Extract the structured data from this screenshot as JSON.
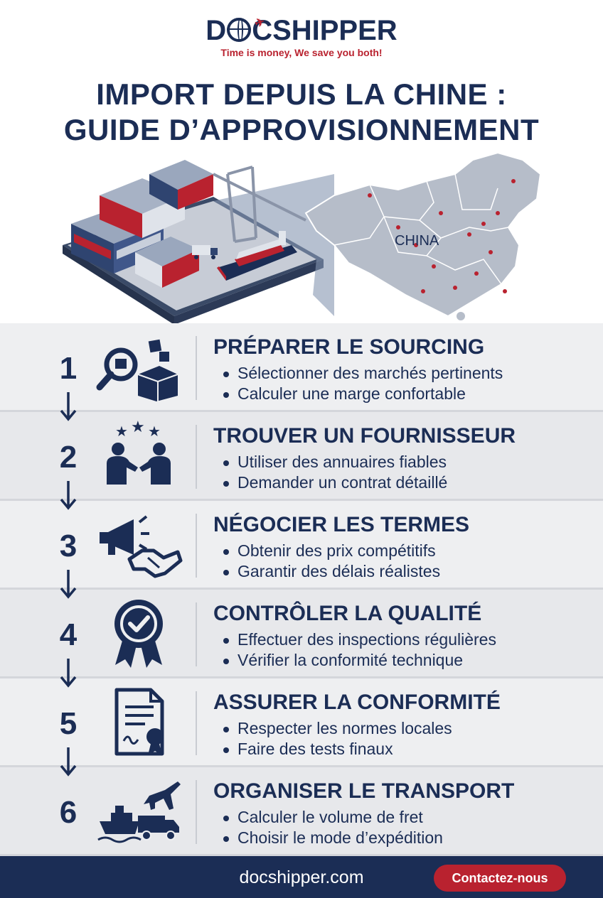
{
  "header": {
    "logo_text_pre": "D",
    "logo_text_post": "CSHIPPER",
    "tagline": "Time is money, We save you both!",
    "title_line1": "IMPORT DEPUIS LA CHINE :",
    "title_line2": "GUIDE D’APPROVISIONNEMENT"
  },
  "hero": {
    "map_label": "CHINA"
  },
  "steps": [
    {
      "number": "1",
      "icon": "magnifier-boxes-icon",
      "title": "PRÉPARER LE SOURCING",
      "bullets": [
        "Sélectionner des marchés pertinents",
        "Calculer une marge confortable"
      ]
    },
    {
      "number": "2",
      "icon": "handshake-people-stars-icon",
      "title": "TROUVER UN FOURNISSEUR",
      "bullets": [
        "Utiliser des annuaires fiables",
        "Demander un contrat détaillé"
      ]
    },
    {
      "number": "3",
      "icon": "megaphone-handshake-icon",
      "title": "NÉGOCIER LES TERMES",
      "bullets": [
        "Obtenir des prix compétitifs",
        "Garantir des délais réalistes"
      ]
    },
    {
      "number": "4",
      "icon": "quality-badge-icon",
      "title": "CONTRÔLER LA QUALITÉ",
      "bullets": [
        "Effectuer des inspections régulières",
        "Vérifier la conformité technique"
      ]
    },
    {
      "number": "5",
      "icon": "certificate-document-icon",
      "title": "ASSURER LA CONFORMITÉ",
      "bullets": [
        "Respecter les normes locales",
        "Faire des tests finaux"
      ]
    },
    {
      "number": "6",
      "icon": "ship-truck-plane-icon",
      "title": "ORGANISER LE TRANSPORT",
      "bullets": [
        "Calculer le volume de fret",
        "Choisir le mode d’expédition"
      ]
    }
  ],
  "footer": {
    "url": "docshipper.com",
    "cta_label": "Contactez-nous"
  },
  "colors": {
    "navy": "#1b2d55",
    "brand_red": "#b9222f",
    "band_light": "#eeeff1"
  }
}
